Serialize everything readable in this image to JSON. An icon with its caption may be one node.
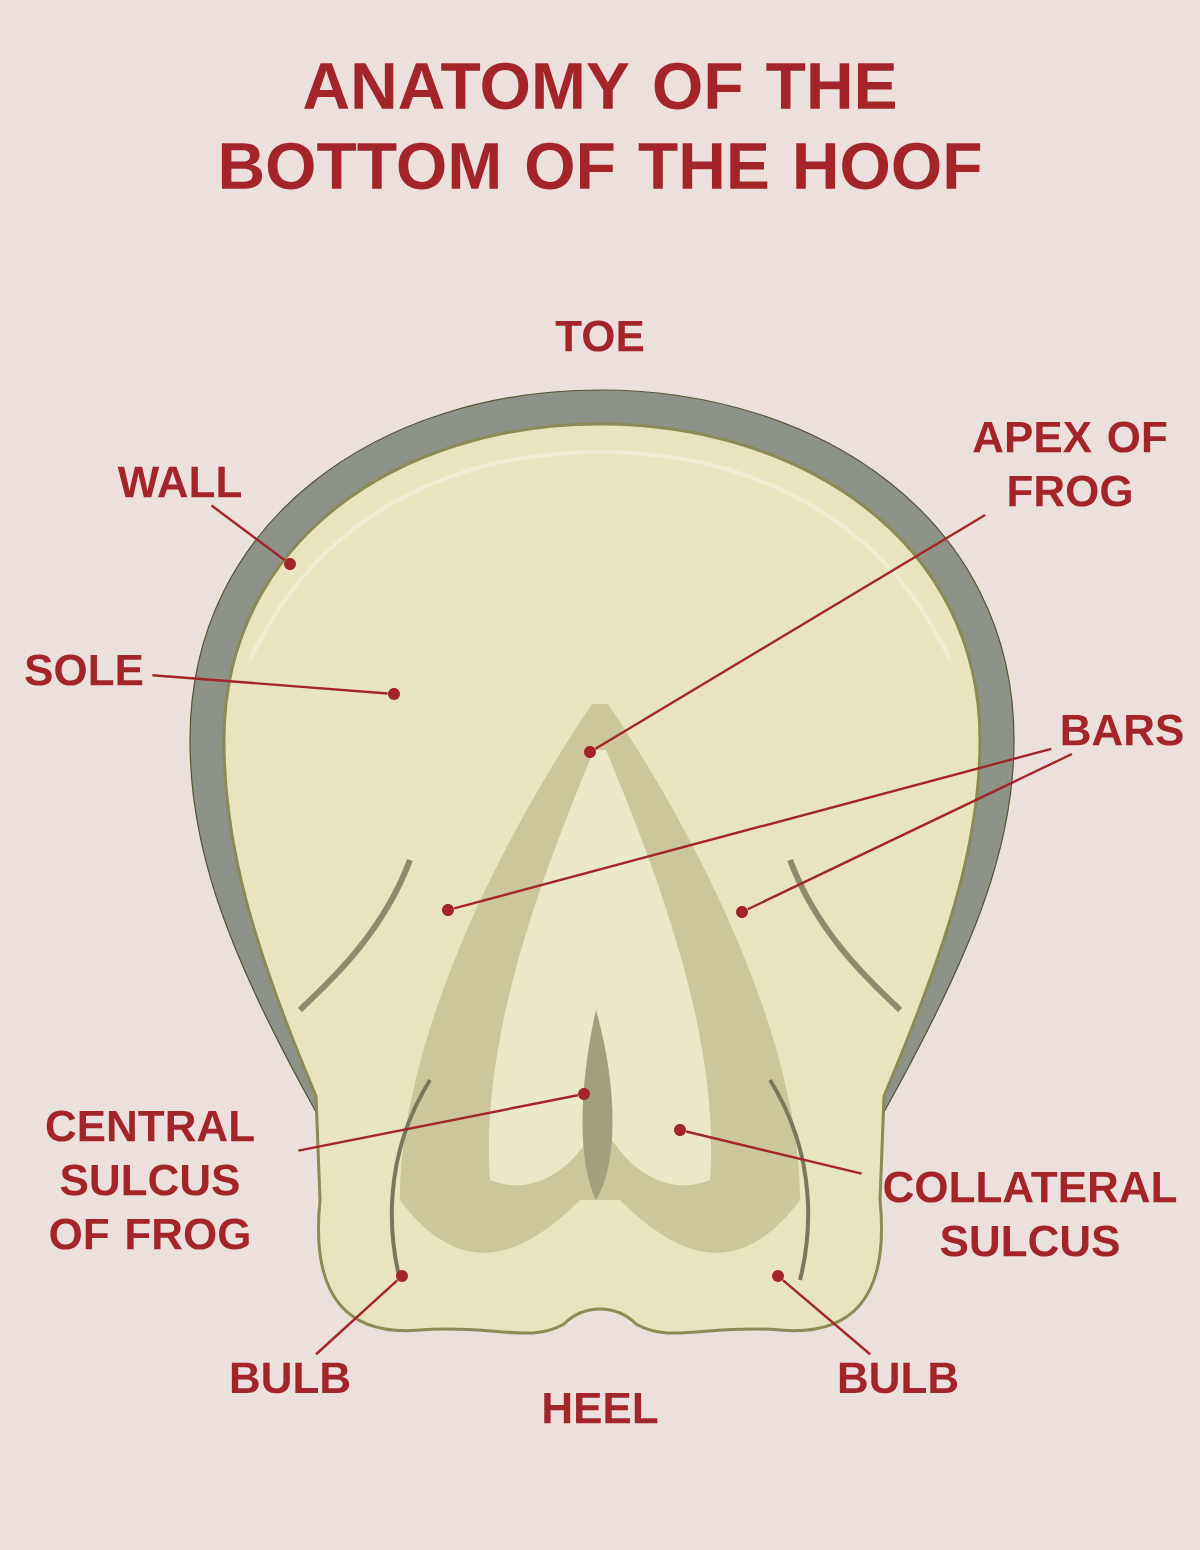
{
  "diagram": {
    "title": "ANATOMY OF THE BOTTOM OF THE HOOF",
    "nodes": [
      {
        "text": [
          "WALL"
        ]
      },
      {
        "text": [
          "SOLE"
        ]
      },
      {
        "text": [
          "APEX OF FROG"
        ]
      },
      {
        "text": [
          "BARS"
        ]
      },
      {
        "text": [
          "CENTRAL SULCUS OF FROG"
        ]
      },
      {
        "text": [
          "COLLATERAL SULCUS"
        ]
      },
      {
        "text": [
          "BULB"
        ]
      },
      {
        "text": [
          "BULB"
        ]
      },
      {
        "text": [],
        "shape": "circle"
      },
      {
        "text": [],
        "shape": "circle"
      },
      {
        "text": [],
        "shape": "circle"
      },
      {
        "text": [],
        "shape": "circle"
      },
      {
        "text": [],
        "shape": "circle"
      },
      {
        "text": [],
        "shape": "circle"
      },
      {
        "text": [],
        "shape": "circle"
      },
      {
        "text": [],
        "shape": "circle"
      },
      {
        "text": [],
        "shape": "circle"
      }
    ],
    "edges": [
      {
        "from": 0,
        "to": 8,
        "arrow": "none"
      },
      {
        "from": 1,
        "to": 9,
        "arrow": "none"
      },
      {
        "from": 2,
        "to": 10,
        "arrow": "none"
      },
      {
        "from": 3,
        "to": 11,
        "arrow": "none"
      },
      {
        "from": 3,
        "to": 12,
        "arrow": "none"
      },
      {
        "from": 4,
        "to": 13,
        "arrow": "none"
      },
      {
        "from": 5,
        "to": 14,
        "arrow": "none"
      },
      {
        "from": 6,
        "to": 15,
        "arrow": "none"
      },
      {
        "from": 7,
        "to": 16,
        "arrow": "none"
      }
    ],
    "labels": [
      "TOE",
      "HEEL"
    ]
  }
}
